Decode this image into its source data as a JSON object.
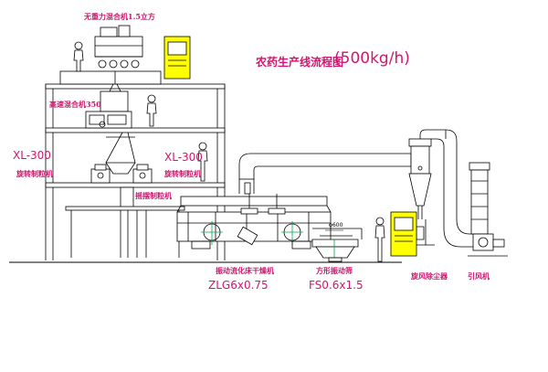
{
  "diagram": {
    "title": "农药生产线流程图",
    "capacity": "(500kg/h)",
    "labels": {
      "mixer_top": "无重力混合机1.5立方",
      "mixer_mid": "高速混合机350",
      "pulverizer_left_model": "XL-300",
      "pulverizer_left_name": "旋转制粒机",
      "pulverizer_right_model": "XL-300",
      "pulverizer_right_name": "旋转制粒机",
      "swing_granulator": "摇摆制粒机",
      "dryer_name": "振动流化床干燥机",
      "dryer_model": "ZLG6x0.75",
      "screen_name": "方形振动筛",
      "screen_model": "FS0.6x1.5",
      "cyclone_name": "旋风除尘器",
      "fan_name": "引风机",
      "dimension_mark": "φ600"
    },
    "colors": {
      "line": "#000000",
      "label": "#d0166e",
      "cabinet": "#ffff00",
      "accent": "#00a651"
    }
  }
}
